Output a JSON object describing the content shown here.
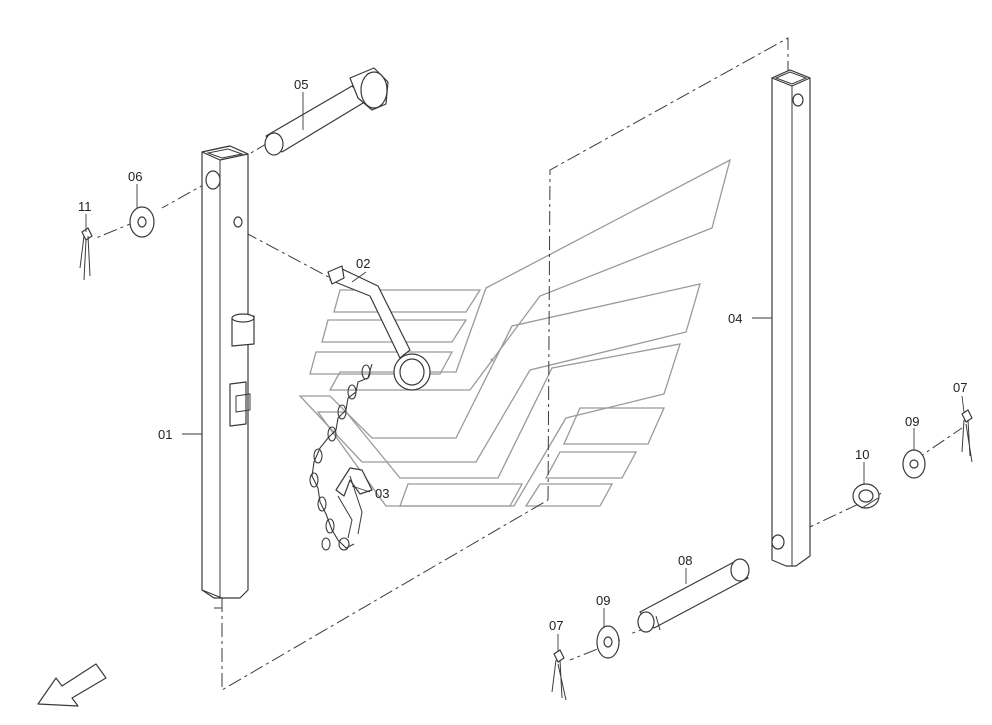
{
  "labels": {
    "p01": "01",
    "p02": "02",
    "p03": "03",
    "p04": "04",
    "p05": "05",
    "p06": "06",
    "p07a": "07",
    "p07b": "07",
    "p08": "08",
    "p09a": "09",
    "p09b": "09",
    "p10": "10",
    "p11": "11"
  },
  "icons": {
    "arrow": "direction-arrow-icon",
    "watermark": "brand-logo-watermark"
  }
}
